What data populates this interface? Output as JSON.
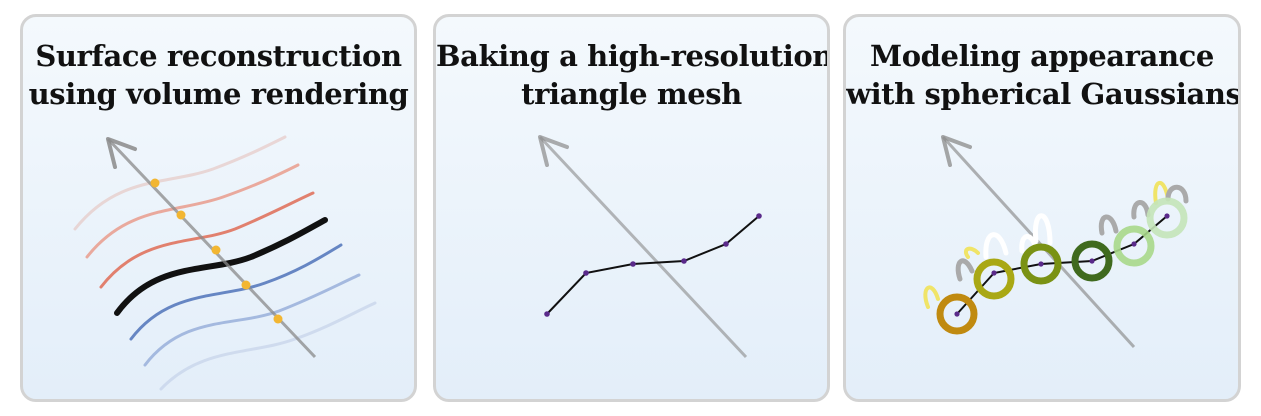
{
  "panels": [
    {
      "title_line1": "Surface reconstruction",
      "title_line2": "using volume rendering"
    },
    {
      "title_line1": "Baking a high-resolution",
      "title_line2": "triangle mesh"
    },
    {
      "title_line1": "Modeling appearance",
      "title_line2": "with spherical Gaussians"
    }
  ],
  "colors": {
    "panel_border": "#d3d3d3",
    "ray": "#8a8a8a",
    "sample_point": "#f2b632",
    "surface": "#111111",
    "mesh_vertex": "#5a2a8a",
    "gaussians": [
      "#c08a10",
      "#a9a814",
      "#7a9214",
      "#3f6a1e",
      "#a8d88a",
      "#c4e4b8"
    ]
  }
}
